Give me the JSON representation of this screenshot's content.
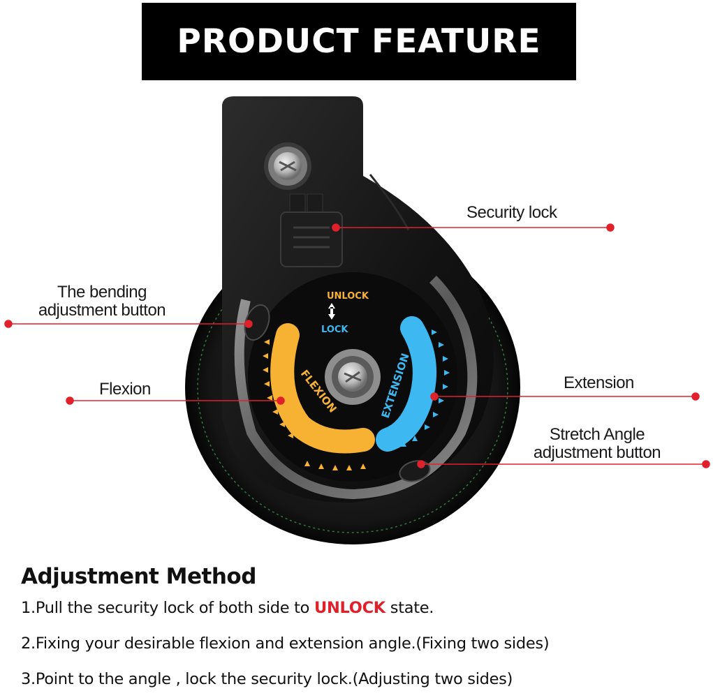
{
  "banner": {
    "title": "PRODUCT FEATURE"
  },
  "dial": {
    "top_text": "UNLOCK",
    "bottom_text": "LOCK",
    "flexion_text": "FLEXION",
    "extension_text": "EXTENSION",
    "flexion_color": "#f7b233",
    "extension_color": "#3db8f0"
  },
  "callouts": {
    "security_lock": "Security lock",
    "bending_button_line1": "The bending",
    "bending_button_line2": "adjustment button",
    "flexion": "Flexion",
    "extension": "Extension",
    "stretch_line1": "Stretch Angle",
    "stretch_line2": "adjustment button"
  },
  "colors": {
    "callout_line": "#e0202a",
    "accent_red": "#e0202a"
  },
  "method": {
    "title": "Adjustment Method",
    "step1_prefix": "1.Pull the security lock of both side to ",
    "step1_highlight": "UNLOCK",
    "step1_suffix": " state.",
    "step2": "2.Fixing your desirable flexion and extension angle.(Fixing two sides)",
    "step3": "3.Point to the angle , lock the security lock.(Adjusting two sides)"
  }
}
